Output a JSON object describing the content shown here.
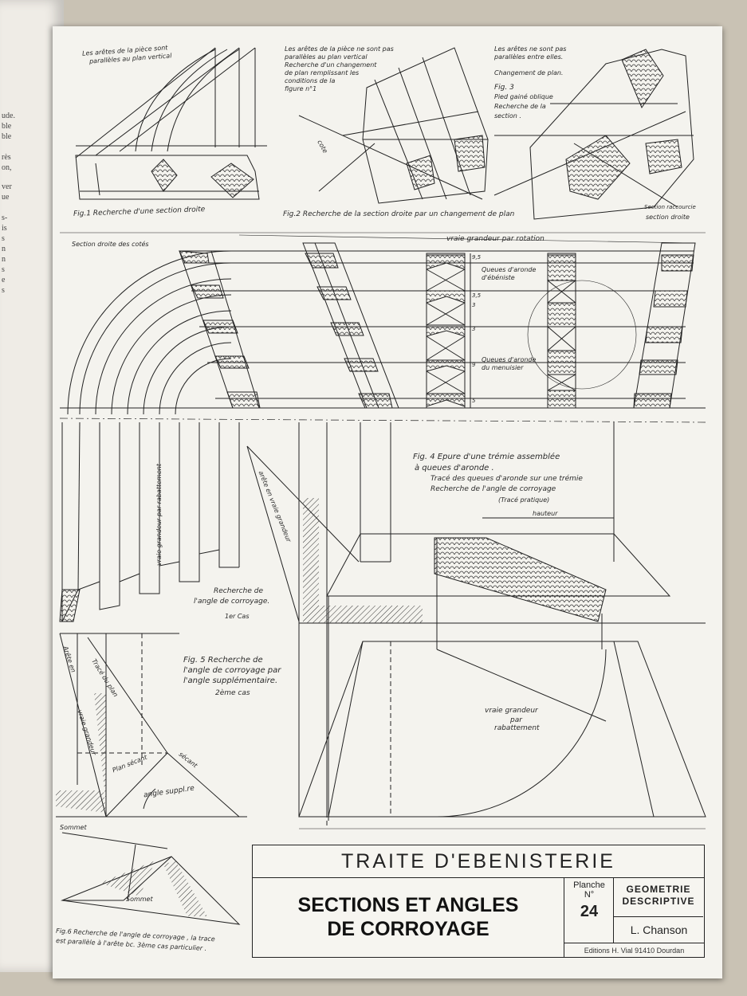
{
  "left_page": {
    "fragments": [
      "ude.",
      "ble",
      "ble",
      "rès",
      "on,",
      "ver",
      "ue",
      "s-",
      "is",
      "s",
      "n",
      "n",
      "s",
      "e",
      "s"
    ]
  },
  "figures": {
    "fig1": {
      "caption": "Fig.1  Recherche d'une section droite",
      "note": [
        "Les arêtes de la pièce sont",
        "parallèles au plan vertical"
      ]
    },
    "fig2": {
      "caption": "Fig.2  Recherche de la section droite par un changement de plan",
      "note": [
        "Les arêtes de la pièce ne sont pas",
        "parallèles au plan vertical",
        "Recherche d'un changement",
        "de plan remplissant les",
        "conditions de la",
        "figure n°1"
      ],
      "cote": "cote"
    },
    "fig3": {
      "note": [
        "Les arêtes ne sont pas",
        "parallèles entre elles."
      ],
      "change": "Changement de plan.",
      "title": "Fig. 3",
      "caption": [
        "Pied gainé oblique",
        "Recherche de la",
        "section ."
      ],
      "racc": "Section raccourcie",
      "droite": "section droite"
    },
    "fig4": {
      "title": [
        "Fig. 4   Epure d'une trémie assemblée",
        "à queues d'aronde ."
      ],
      "sub": [
        "Tracé des queues d'aronde sur une trémie",
        "Recherche de l'angle de corroyage",
        "(Tracé pratique)"
      ],
      "section_cotes": "Section droite des cotés",
      "vg_rotation": "vraie grandeur par rotation",
      "queues_ebeniste": [
        "Queues d'aronde",
        "d'ébéniste"
      ],
      "queues_menuisier": [
        "Queues d'aronde",
        "du menuisier"
      ],
      "hauteur": "hauteur",
      "vg_rabattement": [
        "vraie grandeur",
        "par",
        "rabattement"
      ],
      "vg_rab_vert": "vraie grandeur par rabattement",
      "arete_vg": "arête en vraie grandeur",
      "recherche": [
        "Recherche de",
        "l'angle de corroyage.",
        "1er Cas"
      ]
    },
    "fig5": {
      "caption": [
        "Fig. 5  Recherche de",
        "l'angle de corroyage par",
        "l'angle supplémentaire.",
        "2ème cas"
      ],
      "arete_en": "Arête en",
      "trace_du_plan": "Tracé du plan",
      "vraie_grandeur": "vraie grandeur",
      "plan_secant": "Plan  sécant",
      "secant": "sécant",
      "angle_suppl": "angle suppl.re"
    },
    "fig6": {
      "caption": [
        "Fig.6  Recherche de l'angle de corroyage , la trace",
        "est parallèle à l'arête bc.  3ème cas particulier ."
      ],
      "sommet": "Sommet"
    },
    "dims": [
      "9,5",
      "3,5",
      "3",
      "3",
      "9",
      "5"
    ]
  },
  "title_block": {
    "series": "TRAITE  D'EBENISTERIE",
    "title_line1": "SECTIONS ET ANGLES",
    "title_line2": "DE CORROYAGE",
    "planche_label": "Planche",
    "planche_no": "N°",
    "planche_number": "24",
    "subject_line1": "GEOMETRIE",
    "subject_line2": "DESCRIPTIVE",
    "author": "L. Chanson",
    "publisher": "Editions H. Vial  91410 Dourdan"
  }
}
